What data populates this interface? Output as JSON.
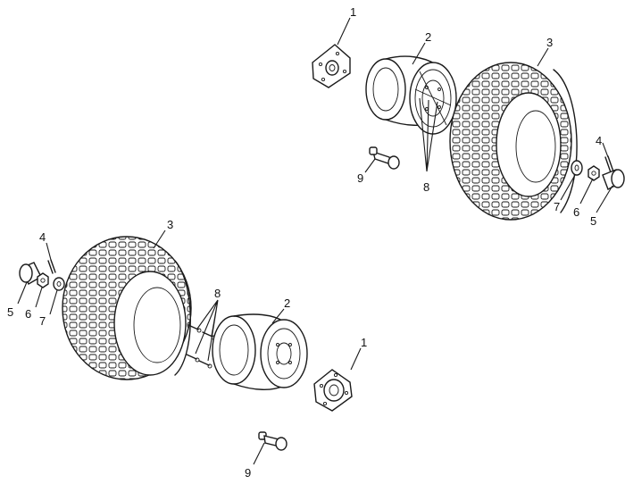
{
  "callouts": {
    "upper": {
      "hub": "1",
      "rim": "2",
      "tire": "3",
      "cotter_pin": "4",
      "hub_cap": "5",
      "nut": "6",
      "washer": "7",
      "bolts": "8",
      "valve_stem": "9"
    },
    "lower": {
      "hub": "1",
      "rim": "2",
      "tire": "3",
      "cotter_pin": "4",
      "hub_cap": "5",
      "nut": "6",
      "washer": "7",
      "bolts": "8",
      "valve_stem": "9"
    }
  }
}
